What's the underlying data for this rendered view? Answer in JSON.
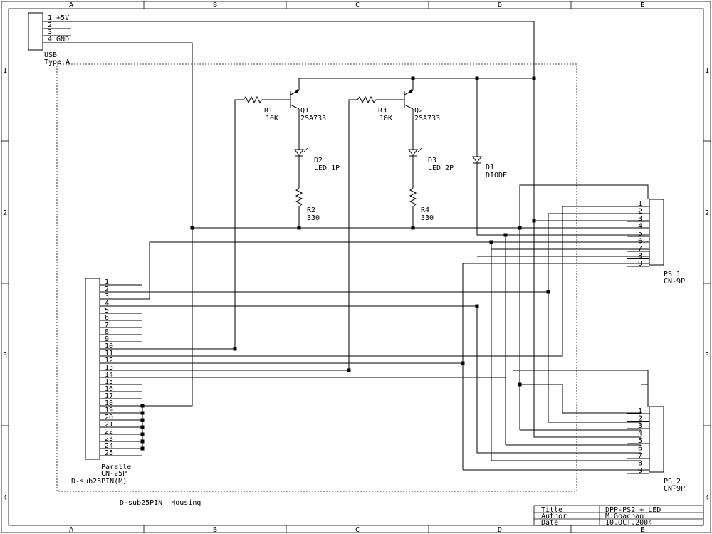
{
  "frame": {
    "col_letters": [
      "A",
      "B",
      "C",
      "D",
      "E"
    ],
    "row_numbers": [
      "1",
      "2",
      "3",
      "4"
    ]
  },
  "usb": {
    "pins": [
      "1 +5V",
      "2",
      "3",
      "4 GND"
    ],
    "label": "USB",
    "type": "Type A"
  },
  "parallel": {
    "pins": [
      "1",
      "2",
      "3",
      "4",
      "5",
      "6",
      "7",
      "8",
      "9",
      "10",
      "11",
      "12",
      "13",
      "14",
      "15",
      "16",
      "17",
      "18",
      "19",
      "20",
      "21",
      "22",
      "23",
      "24",
      "25"
    ],
    "label1": "Paralle",
    "label2": "CN-25P",
    "label3": "D-sub25PIN(M)"
  },
  "housing_label": "D-sub25PIN  Housing",
  "components": {
    "r1": {
      "ref": "R1",
      "value": "10K"
    },
    "q1": {
      "ref": "Q1",
      "value": "2SA733"
    },
    "r3": {
      "ref": "R3",
      "value": "10K"
    },
    "q2": {
      "ref": "Q2",
      "value": "2SA733"
    },
    "d2": {
      "ref": "D2",
      "value": "LED 1P"
    },
    "d3": {
      "ref": "D3",
      "value": "LED 2P"
    },
    "d1": {
      "ref": "D1",
      "value": "DIODE"
    },
    "r2": {
      "ref": "R2",
      "value": "330"
    },
    "r4": {
      "ref": "R4",
      "value": "330"
    }
  },
  "ps1": {
    "pins": [
      "1",
      "2",
      "3",
      "4",
      "5",
      "6",
      "7",
      "8",
      "9"
    ],
    "label1": "PS_1",
    "label2": "CN-9P"
  },
  "ps2": {
    "pins": [
      "1",
      "2",
      "3",
      "4",
      "5",
      "6",
      "7",
      "8",
      "9"
    ],
    "label1": "PS_2",
    "label2": "CN-9P"
  },
  "title_block": {
    "title_label": "Title",
    "title_value": "DPP-PS2 + LED",
    "author_label": "Author",
    "author_value": "M.Goachao",
    "date_label": "Date",
    "date_value": "10.OCT.2004"
  }
}
